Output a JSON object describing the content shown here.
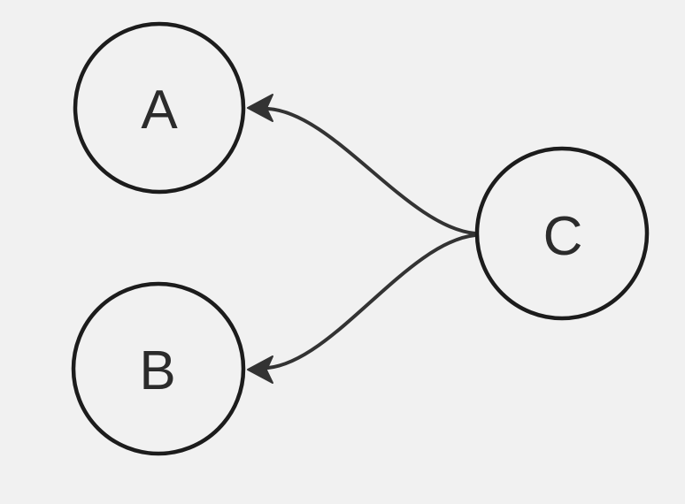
{
  "diagram": {
    "type": "directed-graph",
    "nodes": [
      {
        "id": "A",
        "label": "A",
        "shape": "circle"
      },
      {
        "id": "B",
        "label": "B",
        "shape": "circle"
      },
      {
        "id": "C",
        "label": "C",
        "shape": "circle"
      }
    ],
    "edges": [
      {
        "from": "C",
        "to": "A",
        "style": "curved-arrow"
      },
      {
        "from": "C",
        "to": "B",
        "style": "curved-arrow"
      }
    ],
    "colors": {
      "bg": "#f1f1f1",
      "node_stroke": "#1c1c1c",
      "edge_color": "#333333",
      "label_color": "#2b2b2b"
    }
  }
}
